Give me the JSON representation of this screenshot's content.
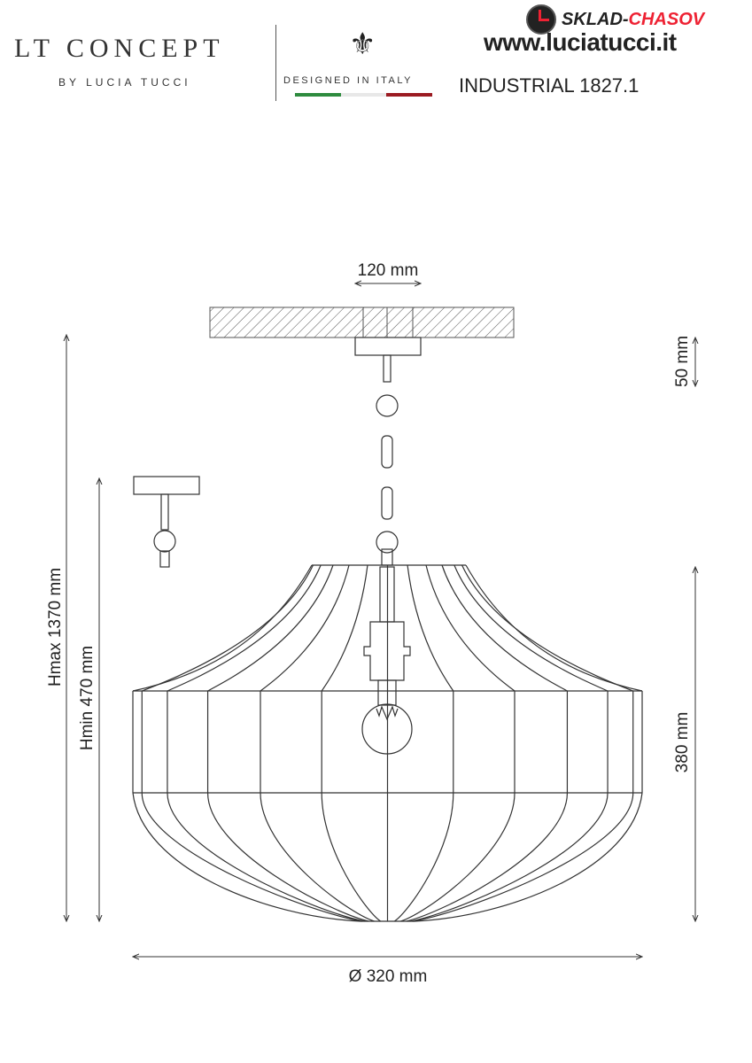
{
  "header": {
    "brand": "LT CONCEPT",
    "brand_sub": "BY LUCIA TUCCI",
    "designed": "DESIGNED IN ITALY",
    "website": "www.luciatucci.it",
    "model": "INDUSTRIAL 1827.1",
    "watermark": {
      "left": "SKLAD-",
      "right": "CHASOV"
    },
    "flag_colors": [
      "#2e8b3e",
      "#ffffff",
      "#9b1b22"
    ]
  },
  "dimensions": {
    "canopy_width": "120 mm",
    "canopy_height": "50 mm",
    "hmax": "Hmax 1370 mm",
    "hmin": "Hmin 470 mm",
    "shade_height": "380 mm",
    "diameter": "Ø 320 mm"
  }
}
